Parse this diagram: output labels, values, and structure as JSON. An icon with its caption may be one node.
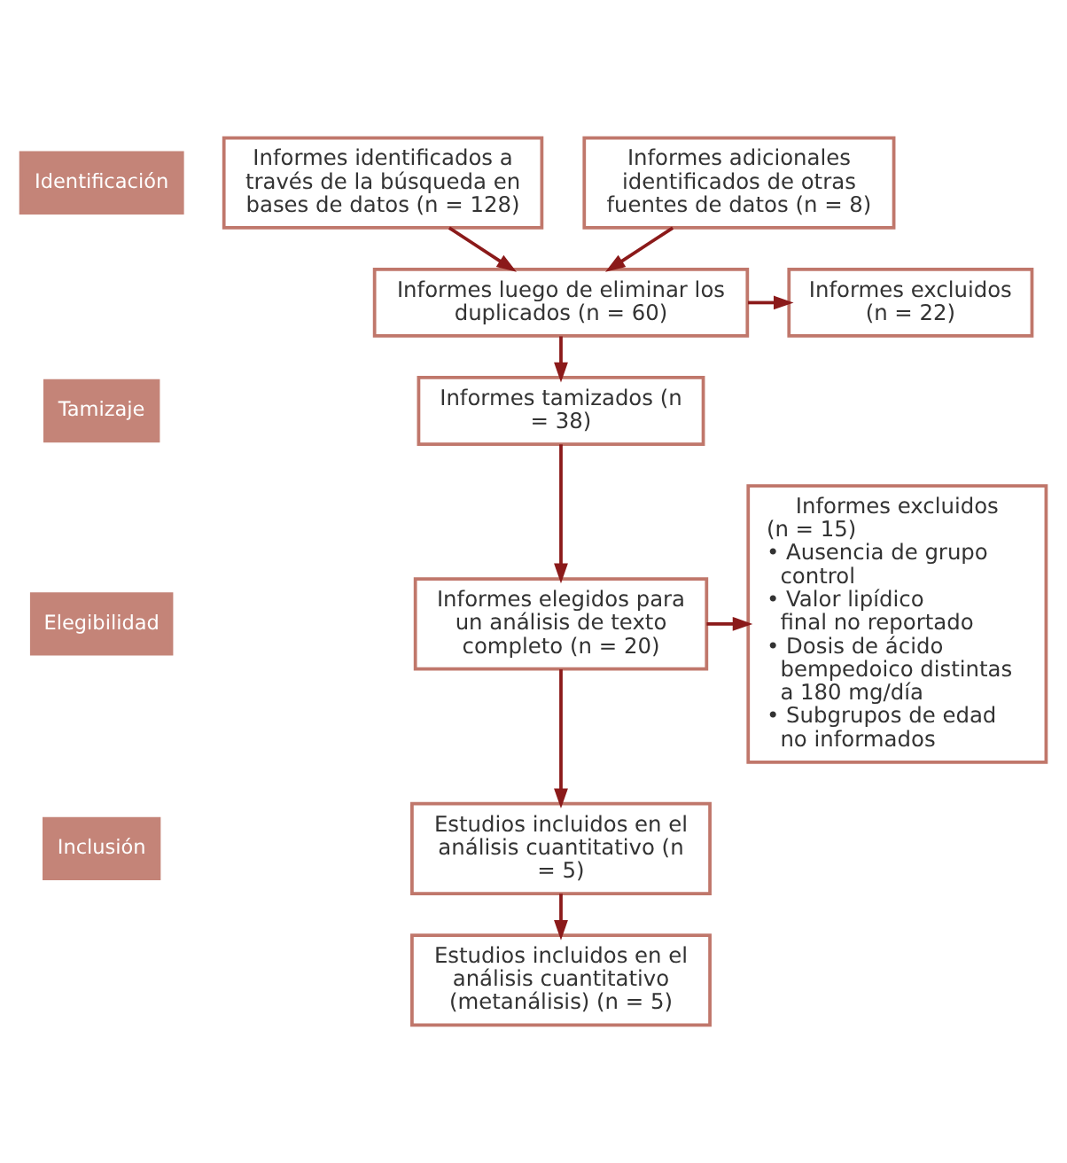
{
  "diagram": {
    "nodes": [
      {
        "text": [
          "Identificación"
        ]
      },
      {
        "text": [
          "Informes identificados a través de la búsqueda en bases de datos (n = 128)"
        ]
      },
      {
        "text": [
          "Informes adicionales identificados de otras fuentes de datos (n = 8)"
        ]
      },
      {
        "text": [
          "Informes luego de eliminar los duplicados (n = 60)"
        ]
      },
      {
        "text": [
          "Tamizaje"
        ]
      },
      {
        "text": [
          "Informes tamizados (n = 38)"
        ]
      },
      {
        "text": [
          "Informes excluidos (n = 22)"
        ]
      },
      {
        "text": [
          "Elegibilidad"
        ]
      },
      {
        "text": [
          "Informes elegidos para un análisis de texto completo (n = 20)"
        ]
      },
      {
        "text": [
          "Informes excluidos (n = 15)",
          "• Ausencia de grupo control",
          "• Valor lipídico final no reportado",
          "• Dosis de ácido bempedoico distintas a 180 mg/día",
          "• Subgrupos de edad no informados"
        ]
      },
      {
        "text": [
          "Inclusión"
        ]
      },
      {
        "text": [
          "Estudios incluidos en el análisis cuantitativo (n = 5)"
        ]
      },
      {
        "text": [
          "Estudios incluidos en el análisis cuantitativo (metanálisis) (n = 5)"
        ]
      }
    ],
    "edges": [
      {
        "from": 1,
        "to": 3,
        "arrow": "to"
      },
      {
        "from": 2,
        "to": 3,
        "arrow": "to"
      },
      {
        "from": 3,
        "to": 5,
        "arrow": "to"
      },
      {
        "from": 3,
        "to": 6,
        "arrow": "to"
      },
      {
        "from": 5,
        "to": 8,
        "arrow": "to"
      },
      {
        "from": 8,
        "to": 11,
        "arrow": "to"
      },
      {
        "from": 8,
        "to": 9,
        "arrow": "to"
      },
      {
        "from": 11,
        "to": 12,
        "arrow": "to"
      }
    ]
  }
}
